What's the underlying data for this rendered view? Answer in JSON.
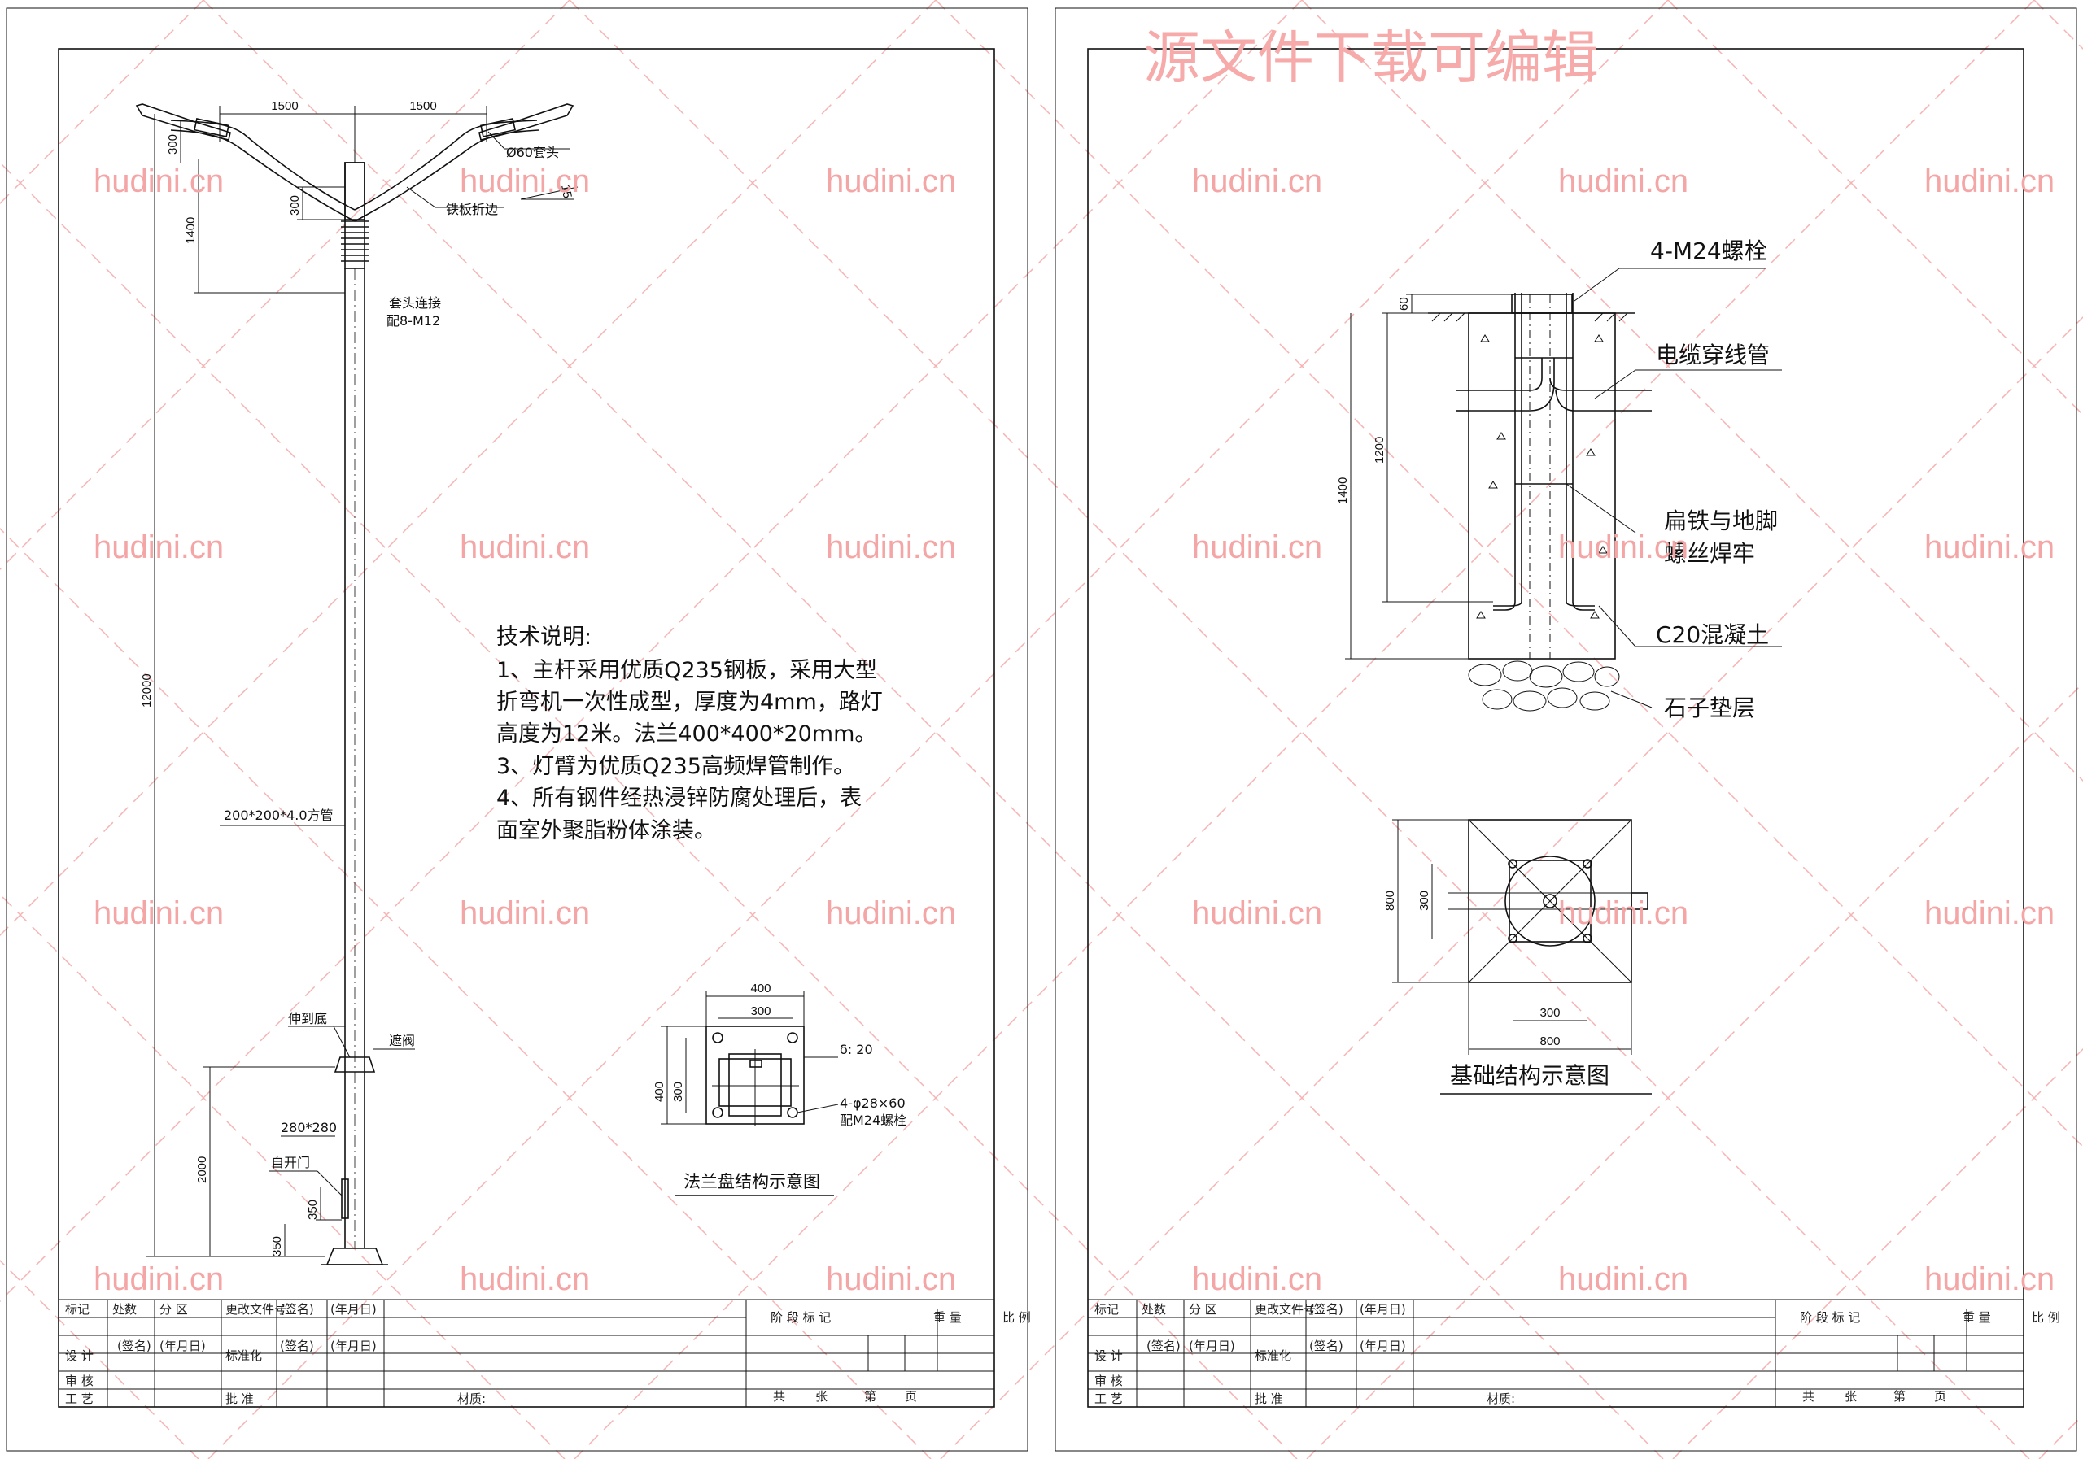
{
  "watermark": {
    "top_text": "源文件下载可编辑",
    "site_text": "hudini.cn",
    "color": "#f4a5a5"
  },
  "left_sheet": {
    "arm_dims": [
      "1500",
      "1500"
    ],
    "dim_300_top": "300",
    "dim_300": "300",
    "dim_1400": "1400",
    "dim_12000": "12000",
    "dim_2000": "2000",
    "dim_350_a": "350",
    "dim_350_b": "350",
    "dim_15": "15",
    "label_sleeve_head": "Ø60套头",
    "label_fold_edge": "铁板折边",
    "label_sleeve_connect_1": "套头连接",
    "label_sleeve_connect_2": "配8-M12",
    "label_square_tube": "200*200*4.0方管",
    "label_insert_bottom": "伸到底",
    "label_skirt": "遮阀",
    "label_280": "280*280",
    "label_door": "自开门",
    "tech_notes": {
      "title": "技术说明:",
      "lines": [
        "1、主杆采用优质Q235钢板，采用大型",
        "折弯机一次性成型，厚度为4mm，路灯",
        "高度为12米。法兰400*400*20mm。",
        "3、灯臂为优质Q235高频焊管制作。",
        "4、所有钢件经热浸锌防腐处理后，表",
        "面室外聚脂粉体涂装。"
      ]
    },
    "flange": {
      "dim_400_top": "400",
      "dim_300_top": "300",
      "dim_400_side": "400",
      "dim_300_side": "300",
      "thickness": "δ: 20",
      "holes_1": "4-φ28×60",
      "holes_2": "配M24螺栓",
      "caption": "法兰盘结构示意图"
    }
  },
  "right_sheet": {
    "label_bolts": "4-M24螺栓",
    "label_cable": "电缆穿线管",
    "label_flat_iron_1": "扁铁与地脚",
    "label_flat_iron_2": "螺丝焊牢",
    "label_concrete": "C20混凝土",
    "label_gravel": "石子垫层",
    "dim_60": "60",
    "dim_1200": "1200",
    "dim_1400": "1400",
    "plan_dim_800_side": "800",
    "plan_dim_300_side": "300",
    "plan_dim_300_bottom": "300",
    "plan_dim_800_bottom": "800",
    "caption": "基础结构示意图"
  },
  "title_block": {
    "row1": [
      "标记",
      "处数",
      "分 区",
      "更改文件号",
      "(签名)",
      "(年月日)"
    ],
    "row2": [
      "设 计",
      "(签名)",
      "(年月日)",
      "标准化",
      "(签名)",
      "(年月日)"
    ],
    "row3": [
      "审 核"
    ],
    "row4": [
      "工 艺",
      "批 准"
    ],
    "material": "材质:",
    "stage": "阶 段 标 记",
    "weight": "重 量",
    "scale": "比 例",
    "sheets": [
      "共",
      "张",
      "第",
      "页"
    ]
  }
}
